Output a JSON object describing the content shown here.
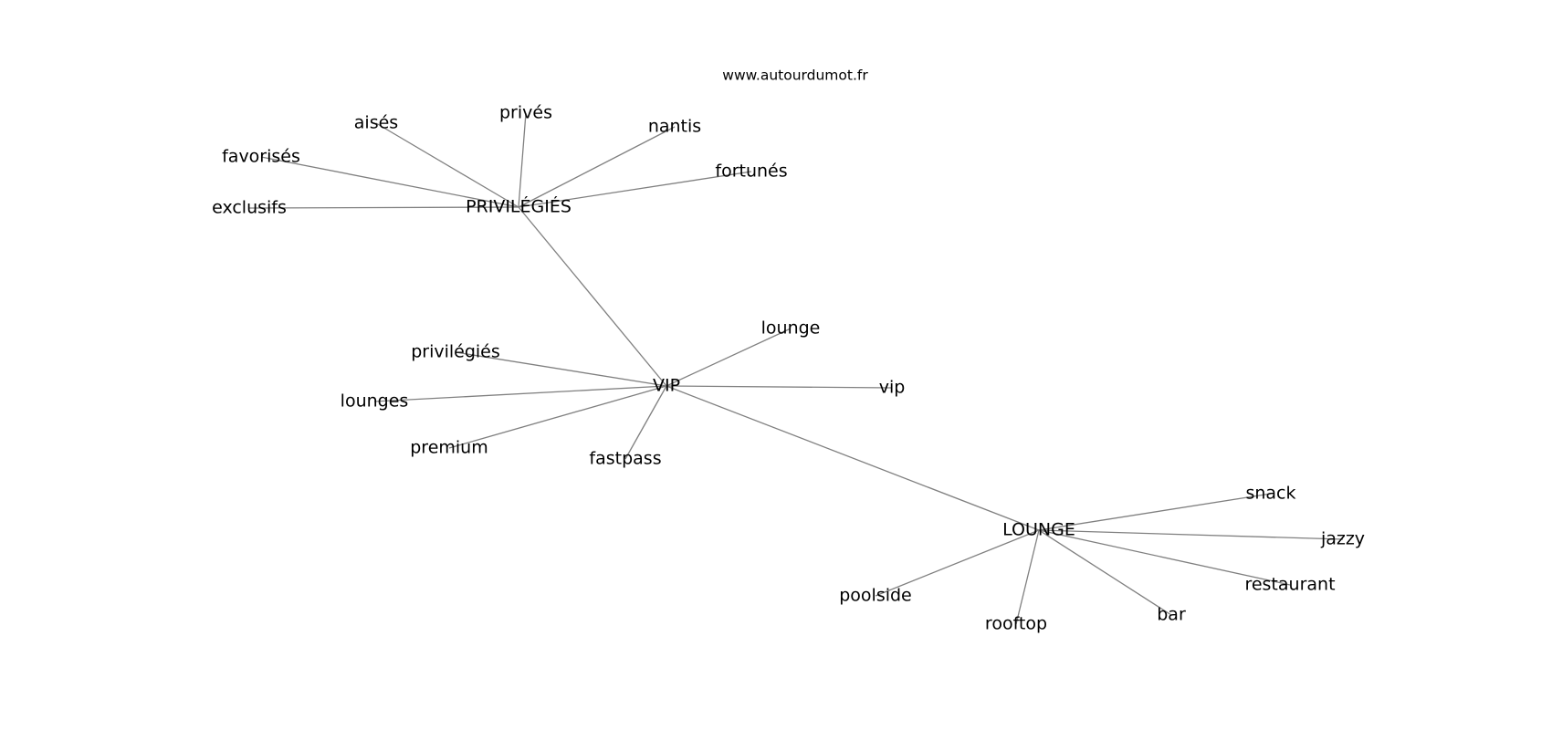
{
  "watermark": "www.autourdumot.fr",
  "colors": {
    "edge": "#808080",
    "text": "#000000",
    "background": "#ffffff"
  },
  "hubs": {
    "privilegies": "PRIVILÉGIÉS",
    "vip": "VIP",
    "lounge": "LOUNGE"
  },
  "words": {
    "aises": "aisés",
    "prives": "privés",
    "nantis": "nantis",
    "favorises": "favorisés",
    "fortunes": "fortunés",
    "exclusifs": "exclusifs",
    "lounge": "lounge",
    "privilegies": "privilégiés",
    "vip": "vip",
    "lounges": "lounges",
    "premium": "premium",
    "fastpass": "fastpass",
    "snack": "snack",
    "jazzy": "jazzy",
    "restaurant": "restaurant",
    "poolside": "poolside",
    "bar": "bar",
    "rooftop": "rooftop"
  },
  "edges": [
    [
      "hub-privilegies",
      "word-aises"
    ],
    [
      "hub-privilegies",
      "word-prives"
    ],
    [
      "hub-privilegies",
      "word-nantis"
    ],
    [
      "hub-privilegies",
      "word-favorises"
    ],
    [
      "hub-privilegies",
      "word-fortunes"
    ],
    [
      "hub-privilegies",
      "word-exclusifs"
    ],
    [
      "hub-privilegies",
      "hub-vip"
    ],
    [
      "hub-vip",
      "word-lounge"
    ],
    [
      "hub-vip",
      "word-privilegies"
    ],
    [
      "hub-vip",
      "word-vip"
    ],
    [
      "hub-vip",
      "word-lounges"
    ],
    [
      "hub-vip",
      "word-premium"
    ],
    [
      "hub-vip",
      "word-fastpass"
    ],
    [
      "hub-vip",
      "hub-lounge"
    ],
    [
      "hub-lounge",
      "word-snack"
    ],
    [
      "hub-lounge",
      "word-jazzy"
    ],
    [
      "hub-lounge",
      "word-restaurant"
    ],
    [
      "hub-lounge",
      "word-poolside"
    ],
    [
      "hub-lounge",
      "word-bar"
    ],
    [
      "hub-lounge",
      "word-rooftop"
    ]
  ]
}
